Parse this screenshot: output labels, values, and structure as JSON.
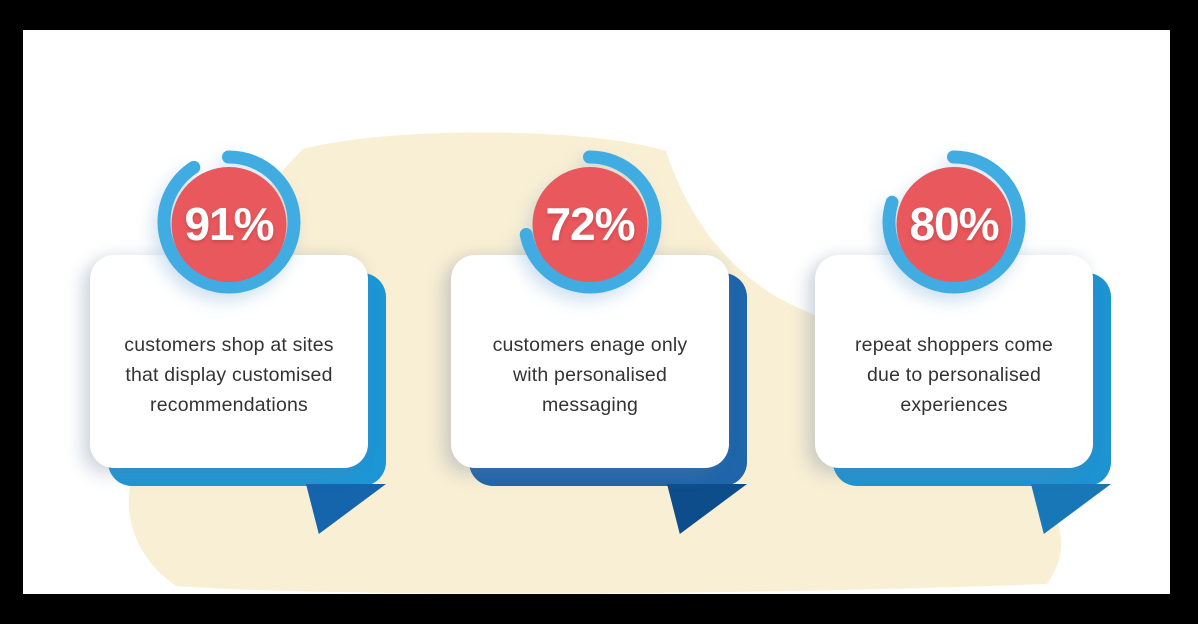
{
  "infographic": {
    "stats": [
      {
        "value": 91,
        "percent_label": "91%",
        "dash": "91 9",
        "description": "customers shop at sites that display customised recommendations",
        "lines": [
          "customers shop at sites",
          "that display customised",
          "recommendations"
        ],
        "bubble_color": "#1d96d5",
        "tail_color": "#1565ac"
      },
      {
        "value": 72,
        "percent_label": "72%",
        "dash": "72 28",
        "description": "customers enage only with personalised messaging",
        "lines": [
          "customers enage only",
          "with personalised",
          "messaging"
        ],
        "bubble_color": "#1f65aa",
        "tail_color": "#0d4d8c"
      },
      {
        "value": 80,
        "percent_label": "80%",
        "dash": "80 20",
        "description": "repeat shoppers come due to personalised experiences",
        "lines": [
          "repeat shoppers come",
          "due to personalised",
          "experiences"
        ],
        "bubble_color": "#1e93d2",
        "tail_color": "#1877b6"
      }
    ]
  },
  "colors": {
    "badge_red": "#e8585d",
    "badge_red_center": "#ed6467",
    "ring_blue": "#41ace2",
    "blob_cream": "#f9efd4",
    "frame_black": "#000000",
    "canvas_white": "#ffffff",
    "text_dark": "#333333"
  }
}
